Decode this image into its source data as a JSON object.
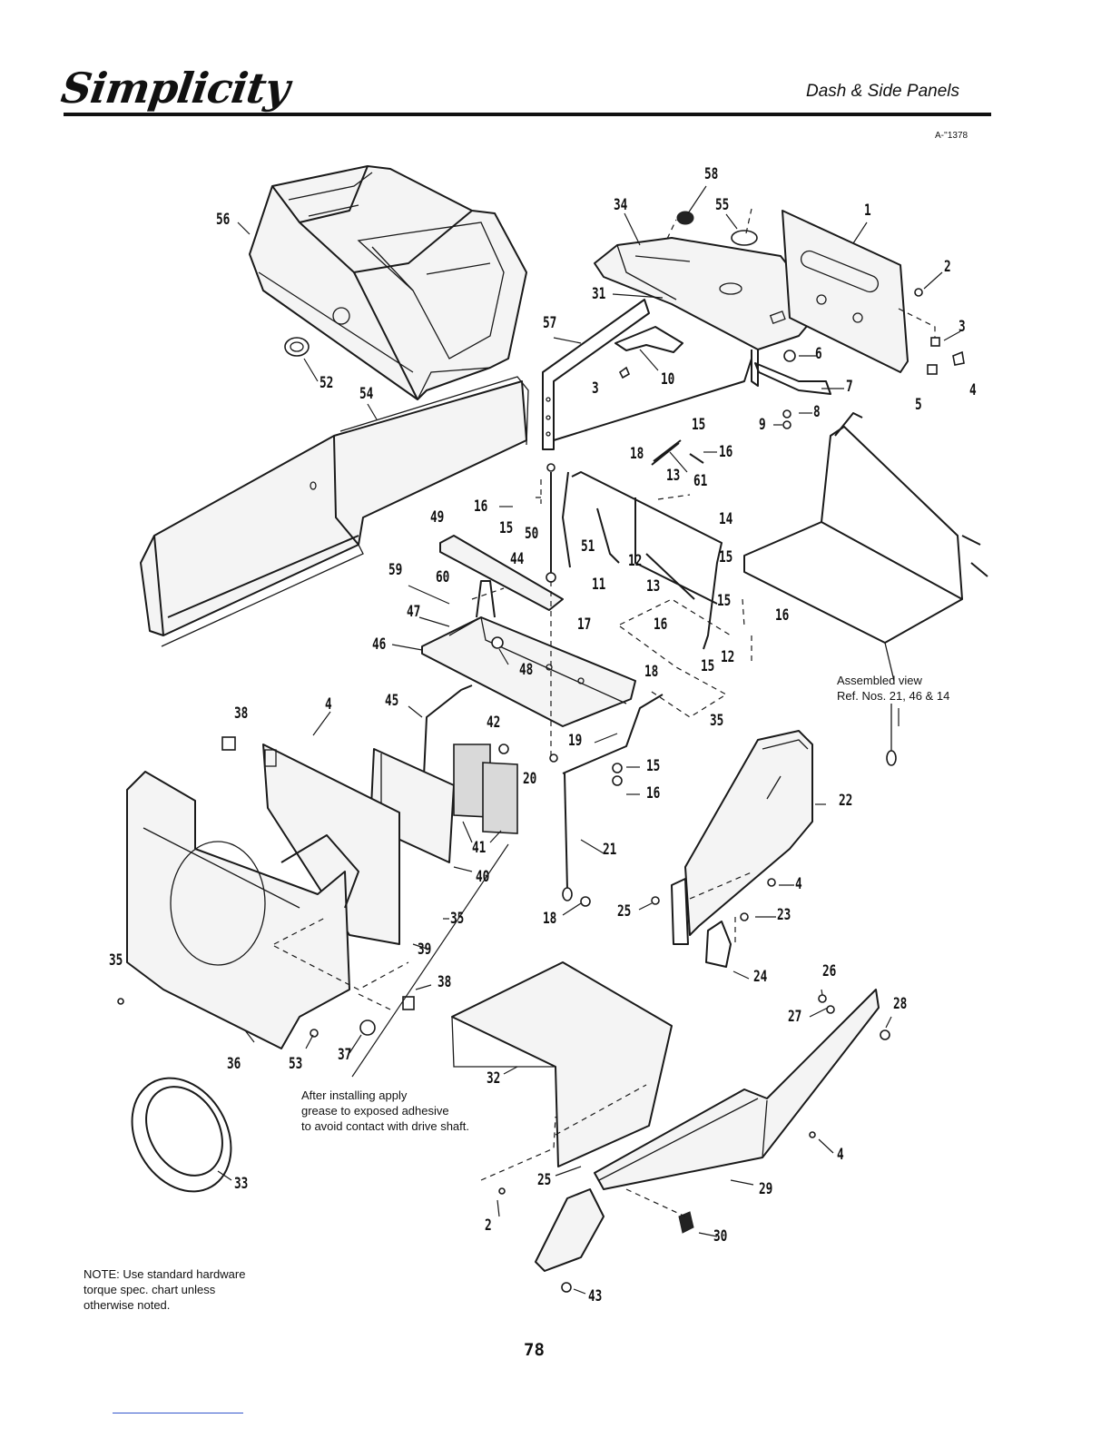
{
  "header": {
    "brand_logo": "Simplicity",
    "section_title": "Dash & Side Panels",
    "doc_code": "A-''1378"
  },
  "callouts": [
    {
      "label": "58"
    },
    {
      "label": "34"
    },
    {
      "label": "55"
    },
    {
      "label": "1"
    },
    {
      "label": "56"
    },
    {
      "label": "2"
    },
    {
      "label": "31"
    },
    {
      "label": "3"
    },
    {
      "label": "57"
    },
    {
      "label": "6"
    },
    {
      "label": "52"
    },
    {
      "label": "54"
    },
    {
      "label": "3"
    },
    {
      "label": "10"
    },
    {
      "label": "7"
    },
    {
      "label": "5"
    },
    {
      "label": "4"
    },
    {
      "label": "8"
    },
    {
      "label": "9"
    },
    {
      "label": "15"
    },
    {
      "label": "18"
    },
    {
      "label": "16"
    },
    {
      "label": "13"
    },
    {
      "label": "61"
    },
    {
      "label": "16"
    },
    {
      "label": "15"
    },
    {
      "label": "50"
    },
    {
      "label": "49"
    },
    {
      "label": "14"
    },
    {
      "label": "51"
    },
    {
      "label": "44"
    },
    {
      "label": "12"
    },
    {
      "label": "11"
    },
    {
      "label": "59"
    },
    {
      "label": "60"
    },
    {
      "label": "13"
    },
    {
      "label": "15"
    },
    {
      "label": "47"
    },
    {
      "label": "15"
    },
    {
      "label": "16"
    },
    {
      "label": "17"
    },
    {
      "label": "16"
    },
    {
      "label": "46"
    },
    {
      "label": "48"
    },
    {
      "label": "12"
    },
    {
      "label": "15"
    },
    {
      "label": "18"
    },
    {
      "label": "45"
    },
    {
      "label": "35"
    },
    {
      "label": "38"
    },
    {
      "label": "4"
    },
    {
      "label": "42"
    },
    {
      "label": "19"
    },
    {
      "label": "20"
    },
    {
      "label": "15"
    },
    {
      "label": "16"
    },
    {
      "label": "22"
    },
    {
      "label": "41"
    },
    {
      "label": "21"
    },
    {
      "label": "40"
    },
    {
      "label": "4"
    },
    {
      "label": "18"
    },
    {
      "label": "25"
    },
    {
      "label": "35"
    },
    {
      "label": "23"
    },
    {
      "label": "39"
    },
    {
      "label": "35"
    },
    {
      "label": "24"
    },
    {
      "label": "38"
    },
    {
      "label": "26"
    },
    {
      "label": "28"
    },
    {
      "label": "27"
    },
    {
      "label": "36"
    },
    {
      "label": "53"
    },
    {
      "label": "37"
    },
    {
      "label": "32"
    },
    {
      "label": "4"
    },
    {
      "label": "25"
    },
    {
      "label": "29"
    },
    {
      "label": "33"
    },
    {
      "label": "2"
    },
    {
      "label": "30"
    },
    {
      "label": "43"
    }
  ],
  "annotations": {
    "assembled_view": [
      "Assembled view",
      "Ref. Nos. 21, 46 & 14"
    ],
    "grease_note": [
      "After installing apply",
      "grease to exposed adhesive",
      "to avoid contact with drive shaft."
    ],
    "torque_note": [
      "NOTE: Use standard hardware",
      "torque spec. chart unless",
      "otherwise noted."
    ]
  },
  "footer": {
    "page_number": "78"
  }
}
